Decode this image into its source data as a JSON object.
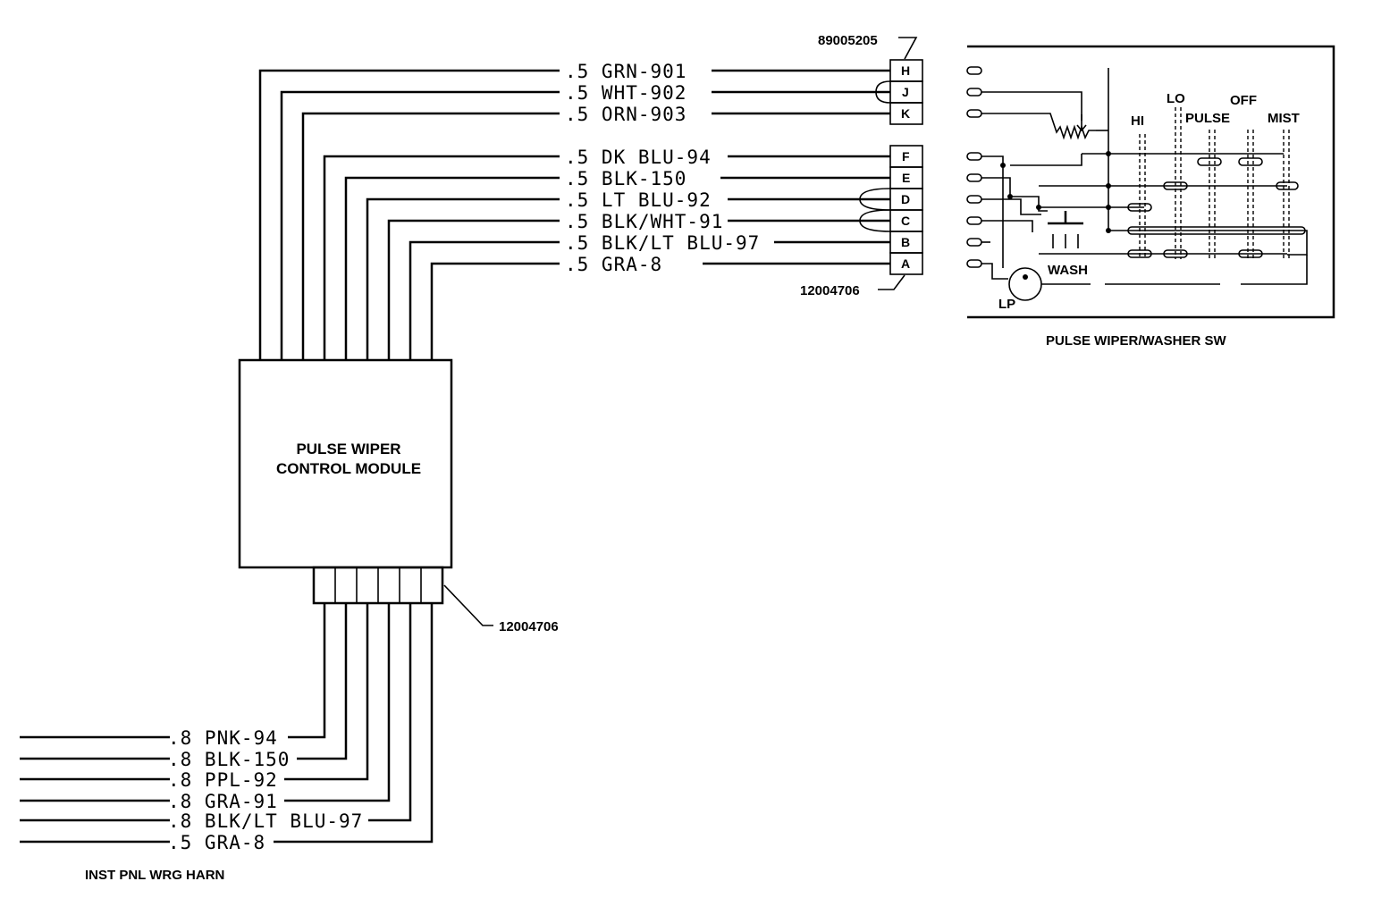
{
  "connector_top": {
    "part_number": "89005205",
    "pins": [
      "H",
      "J",
      "K"
    ]
  },
  "connector_main": {
    "part_number": "12004706",
    "pins": [
      "F",
      "E",
      "D",
      "C",
      "B",
      "A"
    ]
  },
  "upper_wires": [
    ".5 GRN-901",
    ".5 WHT-902",
    ".5 ORN-903",
    ".5 DK BLU-94",
    ".5 BLK-150",
    ".5 LT BLU-92",
    ".5 BLK/WHT-91",
    ".5 BLK/LT BLU-97",
    ".5 GRA-8"
  ],
  "module": {
    "line1": "PULSE WIPER",
    "line2": "CONTROL MODULE",
    "connector_part_number": "12004706"
  },
  "lower_wires": [
    ".8 PNK-94",
    ".8 BLK-150",
    ".8 PPL-92",
    ".8 GRA-91",
    ".8 BLK/LT BLU-97",
    ".5 GRA-8"
  ],
  "harness_label": "INST PNL WRG HARN",
  "switch": {
    "title": "PULSE WIPER/WASHER SW",
    "positions": [
      "HI",
      "LO",
      "PULSE",
      "OFF",
      "MIST"
    ],
    "wash_label": "WASH",
    "lamp_label": "LP"
  }
}
